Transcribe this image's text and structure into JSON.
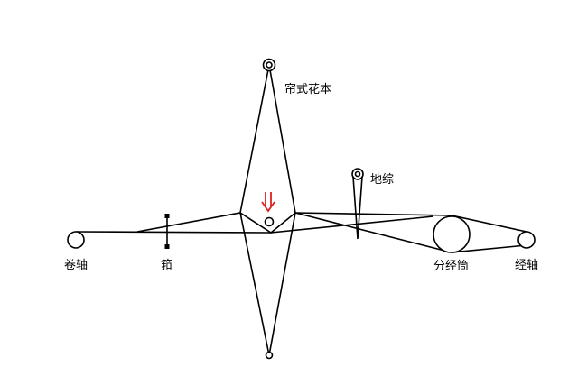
{
  "labels": {
    "cloth_beam": "卷轴",
    "reed": "筘",
    "pattern_frame": "帘式花本",
    "ground_heddle": "地综",
    "warp_divider": "分经筒",
    "warp_beam": "经轴"
  },
  "colors": {
    "line": "#000000",
    "arrow": "#e02020",
    "background": "#ffffff"
  },
  "indicator": {
    "icon": "double-down-arrow"
  }
}
